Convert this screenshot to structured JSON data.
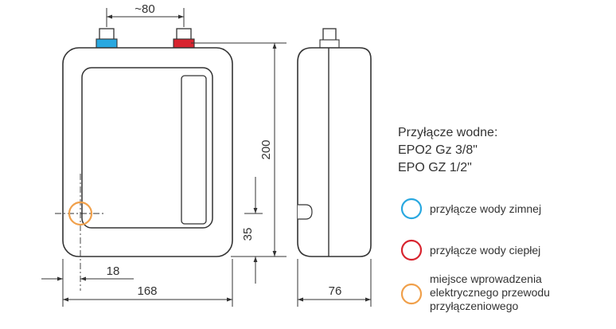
{
  "dimensions": {
    "spacing": "~80",
    "height": "200",
    "inlet_height": "35",
    "inlet_offset": "18",
    "width": "168",
    "depth": "76"
  },
  "connection": {
    "title": "Przyłącze wodne:",
    "lines": [
      "EPO2  Gz 3/8\"",
      "EPO  GZ 1/2\""
    ]
  },
  "legend": [
    {
      "color": "#29a8e0",
      "lines": [
        "przyłącze wody zimnej"
      ]
    },
    {
      "color": "#d8242f",
      "lines": [
        "przyłącze wody ciepłej"
      ]
    },
    {
      "color": "#f0a04b",
      "lines": [
        "miejsce wprowadzenia",
        "elektrycznego przewodu",
        "przyłączeniowego"
      ]
    }
  ],
  "colors": {
    "cold": "#29a8e0",
    "hot": "#d8242f",
    "cable": "#f0a04b",
    "line": "#333333"
  }
}
